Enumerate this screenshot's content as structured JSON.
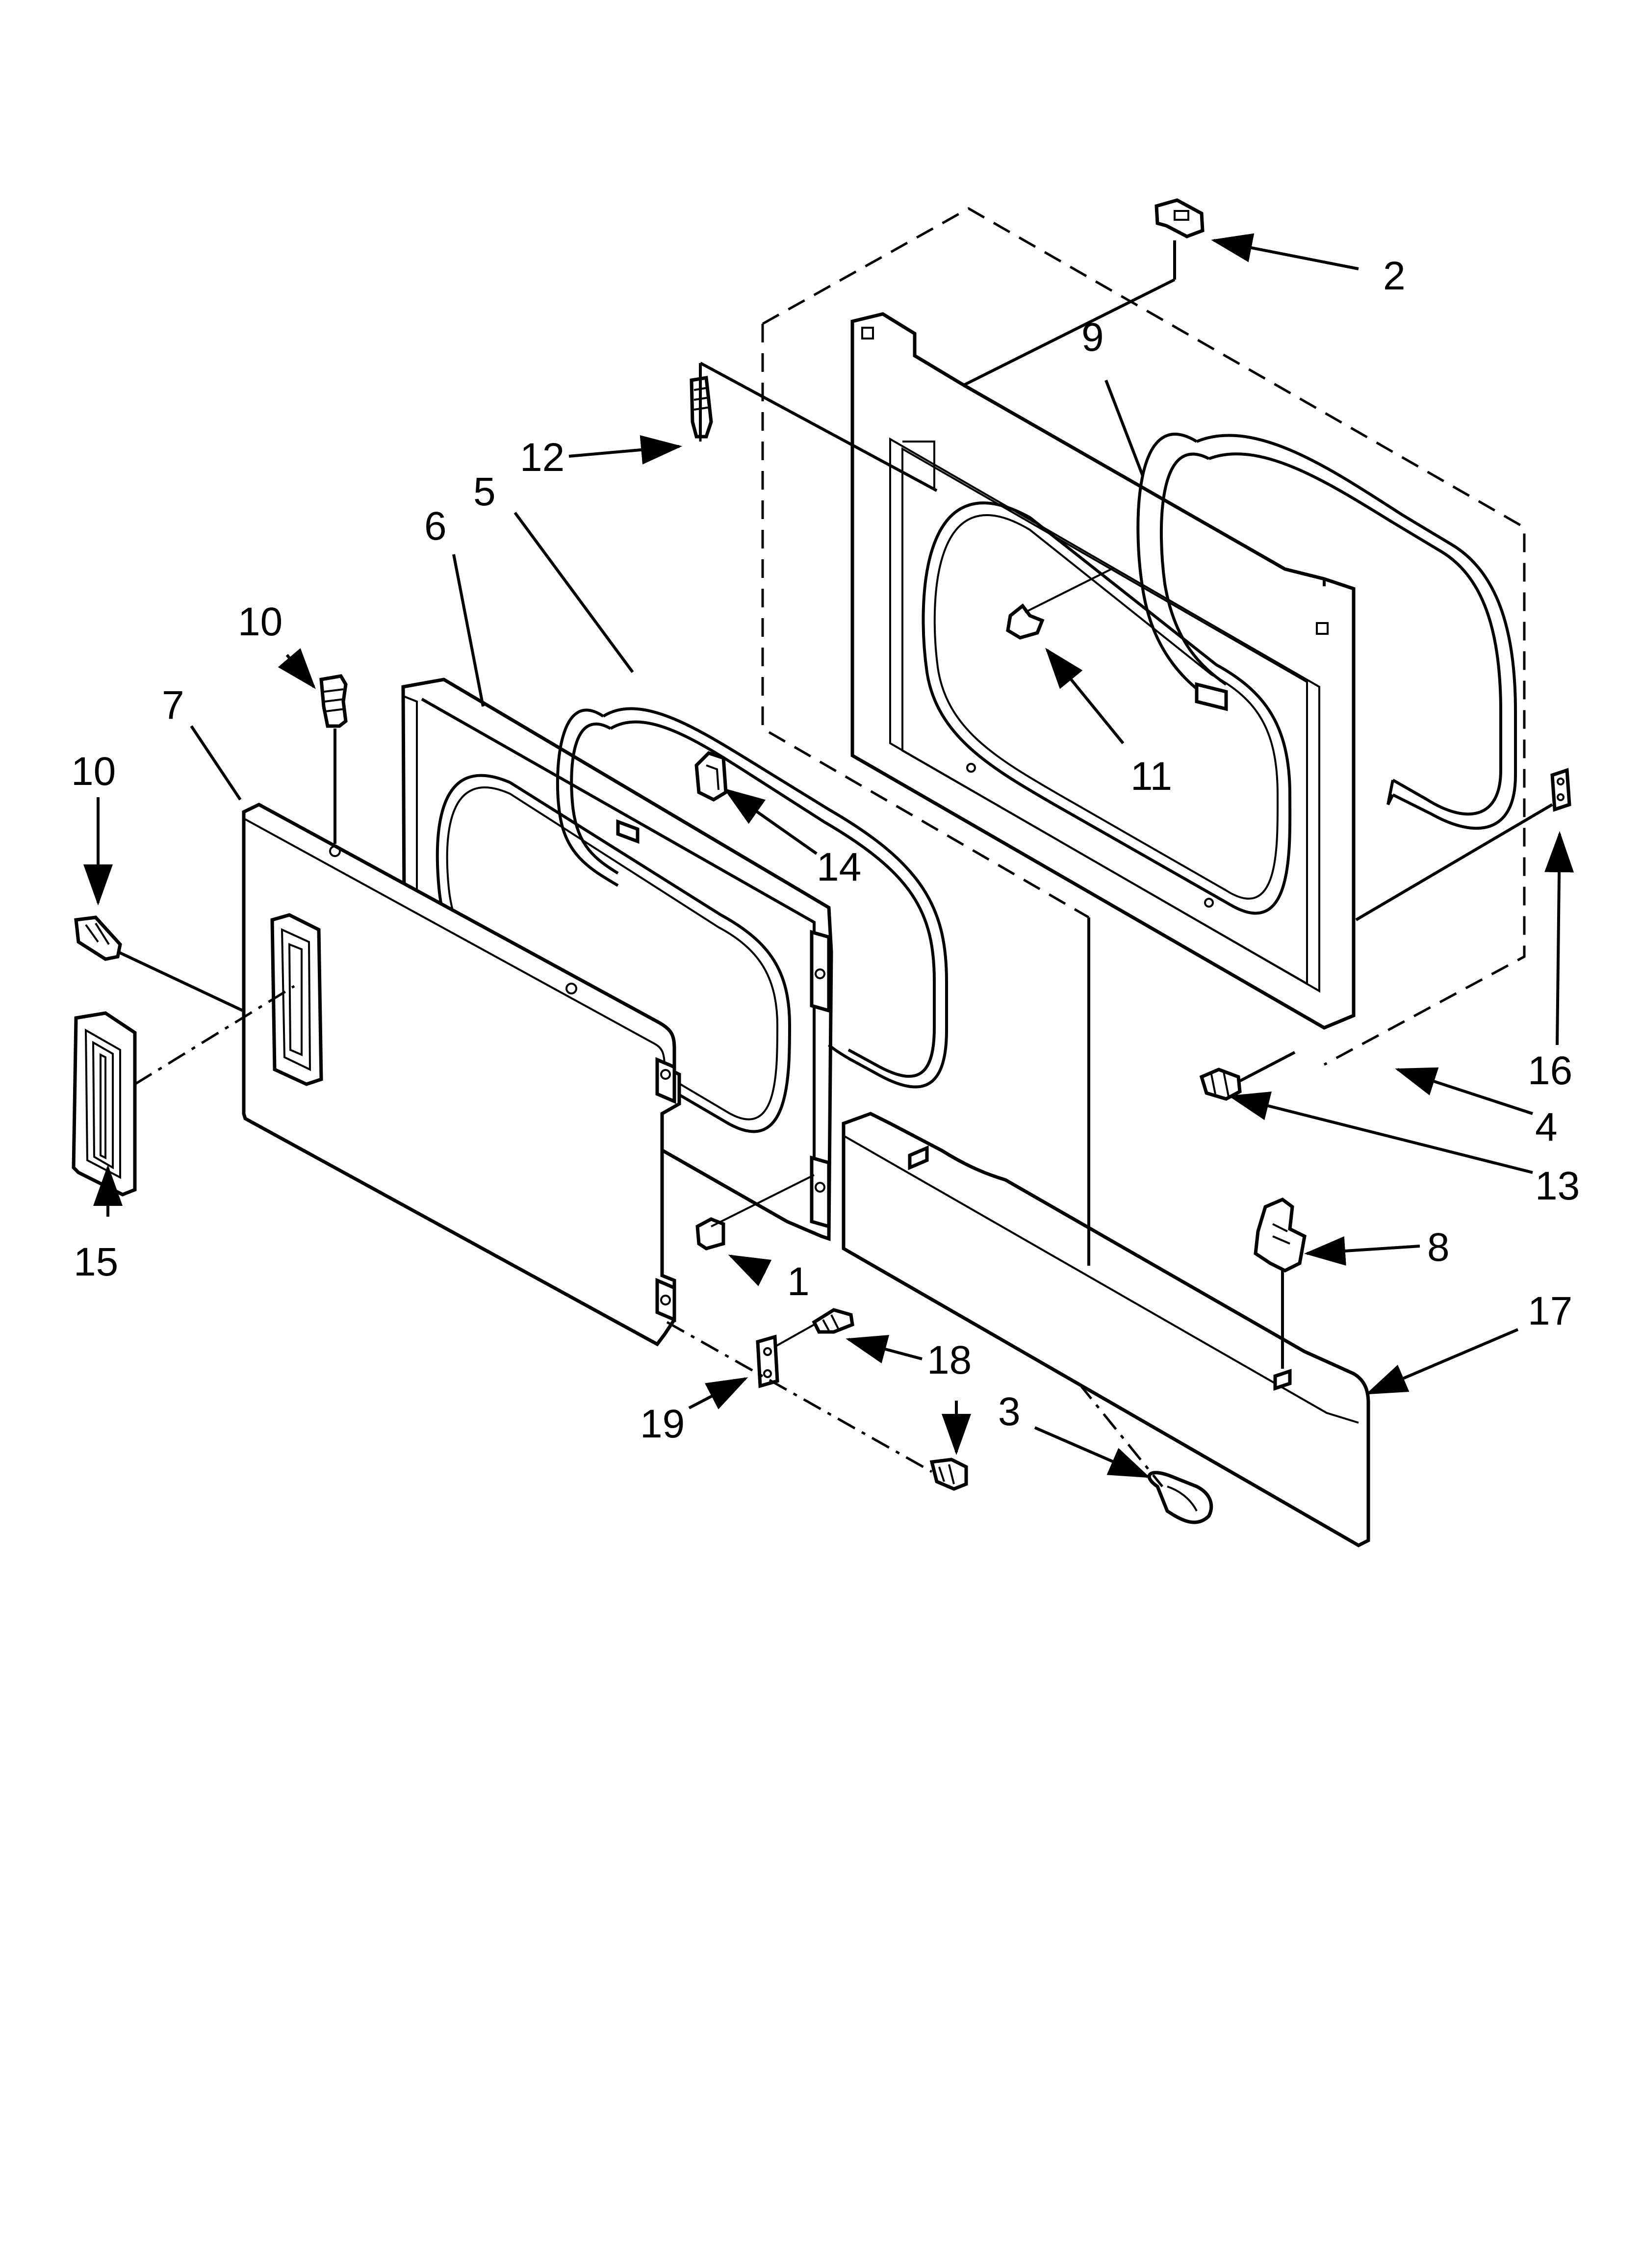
{
  "diagram": {
    "callouts": [
      "1",
      "2",
      "3",
      "4",
      "5",
      "6",
      "7",
      "8",
      "9",
      "10",
      "10",
      "11",
      "12",
      "13",
      "14",
      "15",
      "16",
      "17",
      "18",
      "19"
    ]
  },
  "colors": {
    "ink": "#000000",
    "paper": "#ffffff"
  }
}
